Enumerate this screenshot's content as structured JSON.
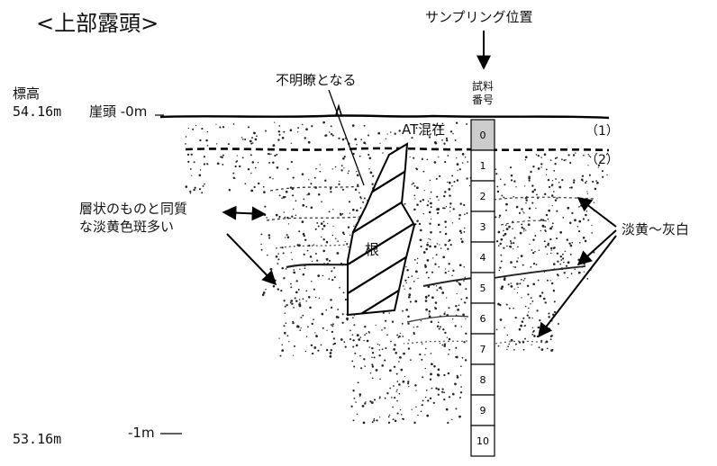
{
  "title": "<上部露頭>",
  "sampling_position": "サンプリング位置",
  "elevation": {
    "heading": "標高",
    "top_value": "54.16m",
    "bottom_value": "53.16m"
  },
  "depth_marks": {
    "top": "崖頭 -0m",
    "bottom": "-1m"
  },
  "unclear_label": "不明瞭となる",
  "sample_column": {
    "header_line1": "試料",
    "header_line2": "番号",
    "samples": [
      "0",
      "1",
      "2",
      "3",
      "4",
      "5",
      "6",
      "7",
      "8",
      "9",
      "10"
    ],
    "highlight_index": 0,
    "highlight_color": "#cccccc"
  },
  "at_label": "AT混在",
  "layer_labels": {
    "layer1": "（1）",
    "layer2": "（2）"
  },
  "root_label": "根",
  "left_note": {
    "line1": "層状のものと同質",
    "line2": "な淡黄色斑多い"
  },
  "right_note": "淡黄～灰白"
}
